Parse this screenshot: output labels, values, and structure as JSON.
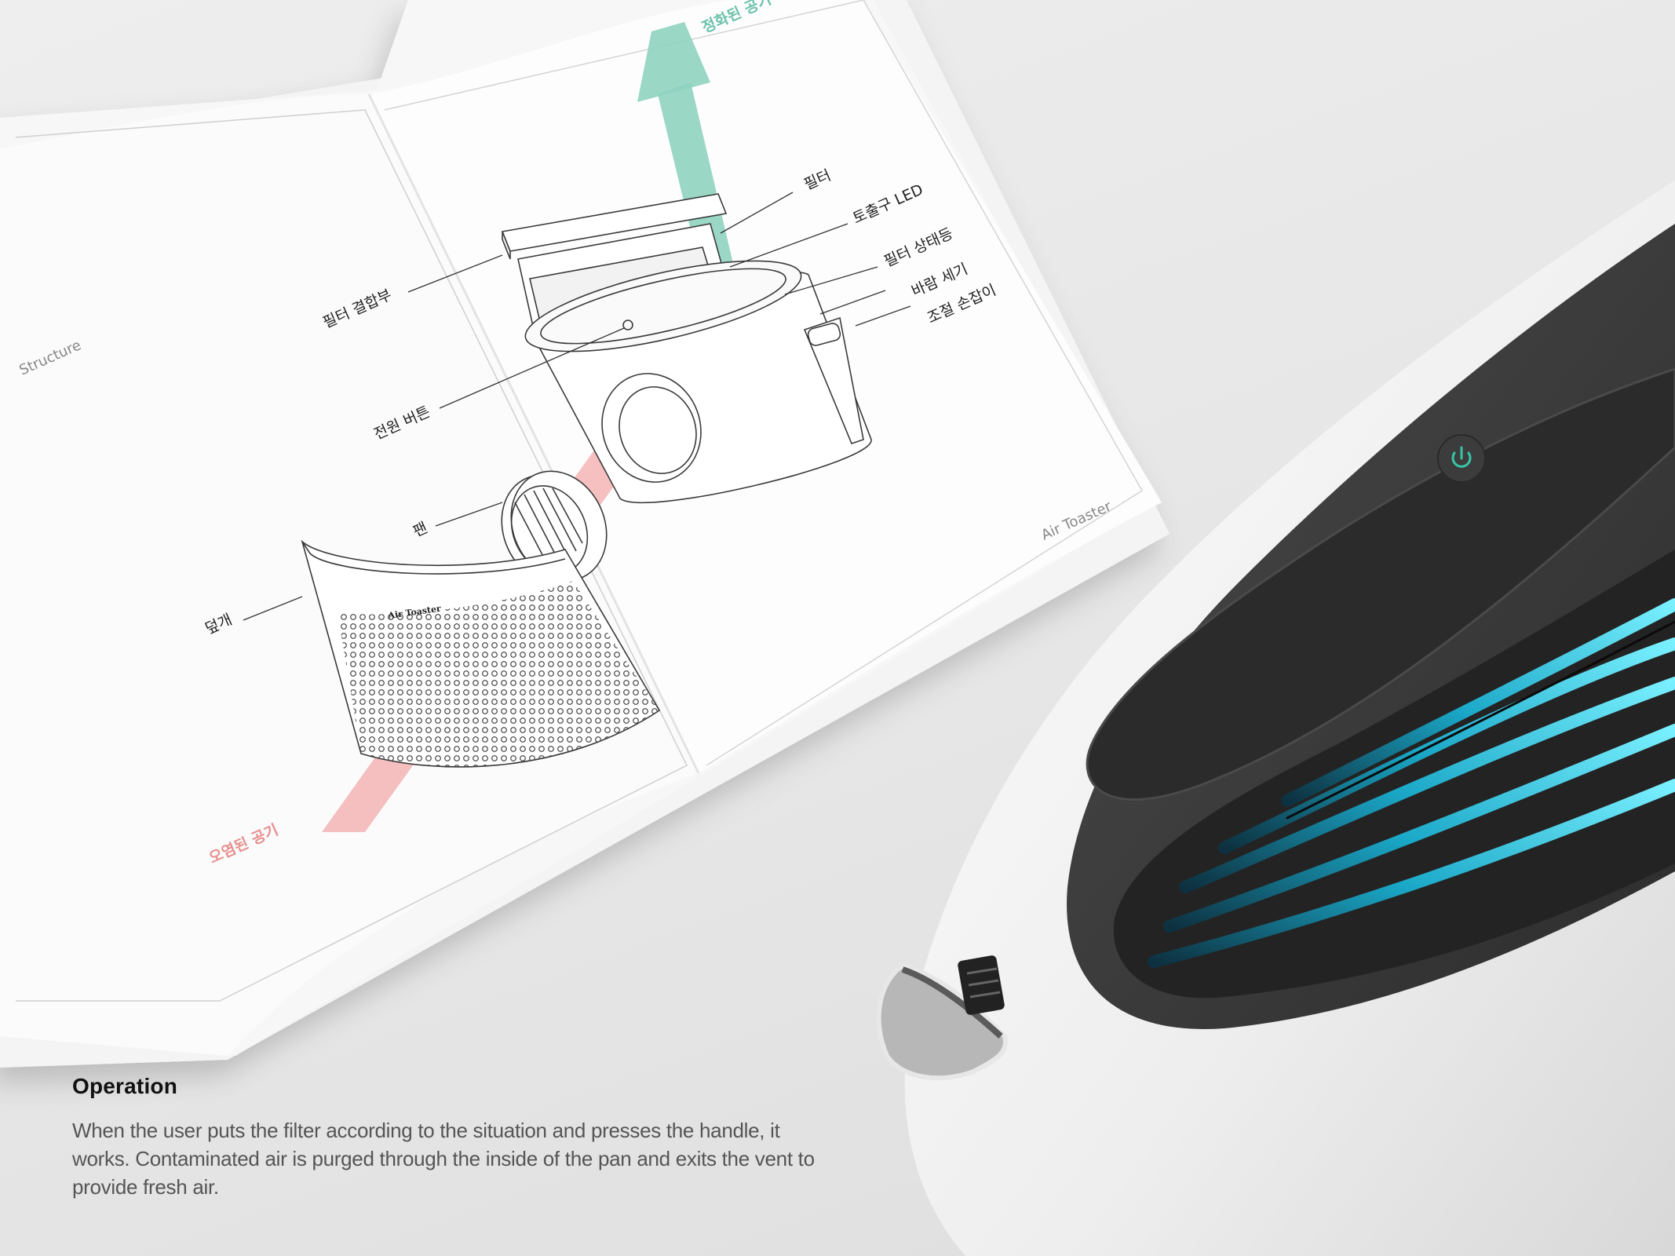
{
  "booklet": {
    "section_title": "Structure",
    "brand_footer": "Air Toaster",
    "device_logo": "Air Toaster",
    "labels": {
      "filter": "필터",
      "outlet_led": "토출구 LED",
      "filter_status_light": "필터 상태등",
      "wind_strength": "바람 세기",
      "adjust_handle": "조절 손잡이",
      "filter_joint": "필터 결합부",
      "power_button": "전원 버튼",
      "fan": "팬",
      "cover": "덮개",
      "purified_air": "정화된 공기",
      "polluted_air": "오염된 공기"
    }
  },
  "caption": {
    "heading": "Operation",
    "body": "When the user puts the filter according to the situation and presses the handle, it works. Contaminated air is purged through the inside of the pan and exits the vent to provide fresh air."
  },
  "colors": {
    "background": "#e8e8e8",
    "paper": "#fbfbfb",
    "purified_arrow": "#8fd3bf",
    "polluted_arrow": "#f3a7a7",
    "device_body": "#3a3a3a",
    "device_shell": "#f2f2f2",
    "vent_glow": "#39d5f0",
    "power_icon": "#36c6a6"
  },
  "icons": [
    "power-icon",
    "fan-icon"
  ]
}
